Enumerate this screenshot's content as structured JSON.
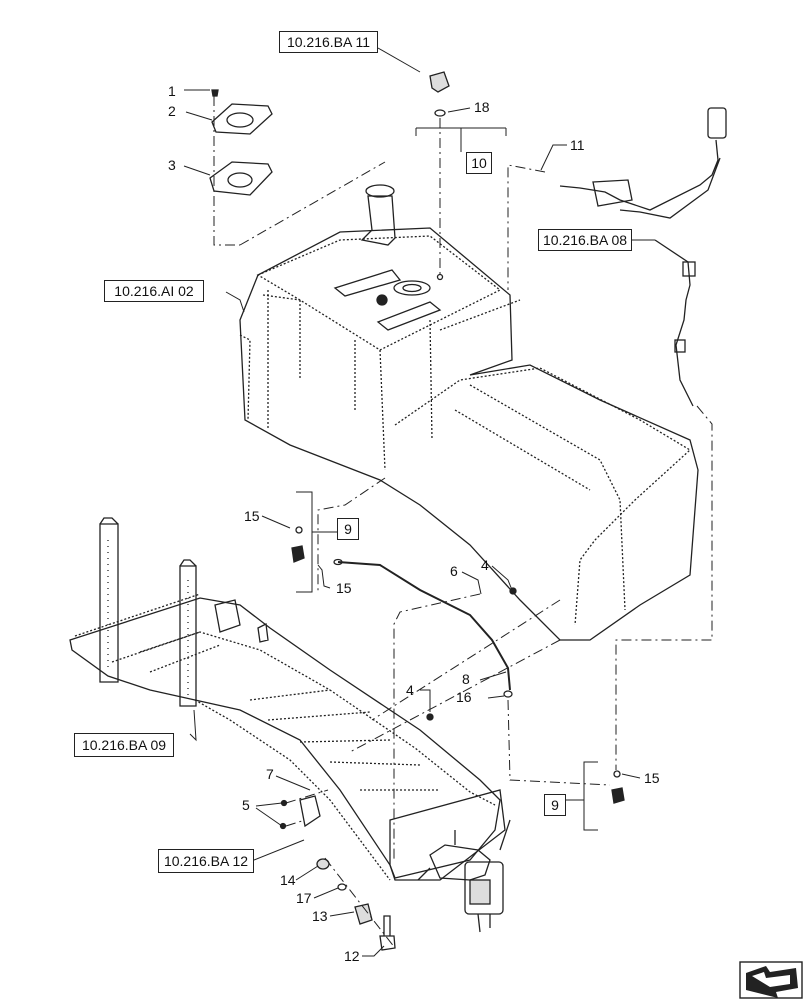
{
  "references": {
    "ba11": "10.216.BA 11",
    "ai02": "10.216.AI 02",
    "ba08": "10.216.BA 08",
    "ba09": "10.216.BA 09",
    "ba12": "10.216.BA 12"
  },
  "boxed_numbers": {
    "item10": "10",
    "item9_upper": "9",
    "item9_lower": "9"
  },
  "callouts": {
    "c1": "1",
    "c2": "2",
    "c3": "3",
    "c18": "18",
    "c11": "11",
    "c15a": "15",
    "c15b": "15",
    "c15c": "15",
    "c6": "6",
    "c4a": "4",
    "c4b": "4",
    "c8": "8",
    "c16": "16",
    "c7": "7",
    "c5": "5",
    "c14": "14",
    "c17": "17",
    "c13": "13",
    "c12": "12"
  },
  "icons": {
    "navigation": "arrow-back-icon"
  },
  "colors": {
    "line": "#222222",
    "background": "#ffffff"
  }
}
